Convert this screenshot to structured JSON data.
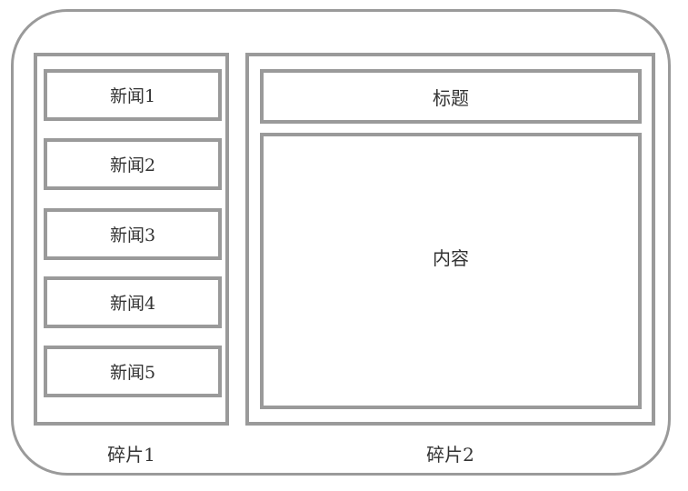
{
  "fragment1": {
    "label": "碎片1",
    "news_items": [
      "新闻1",
      "新闻2",
      "新闻3",
      "新闻4",
      "新闻5"
    ]
  },
  "fragment2": {
    "label": "碎片2",
    "title": "标题",
    "content": "内容"
  },
  "colors": {
    "border": "#9a9a9a",
    "text": "#333333",
    "background": "#ffffff"
  }
}
